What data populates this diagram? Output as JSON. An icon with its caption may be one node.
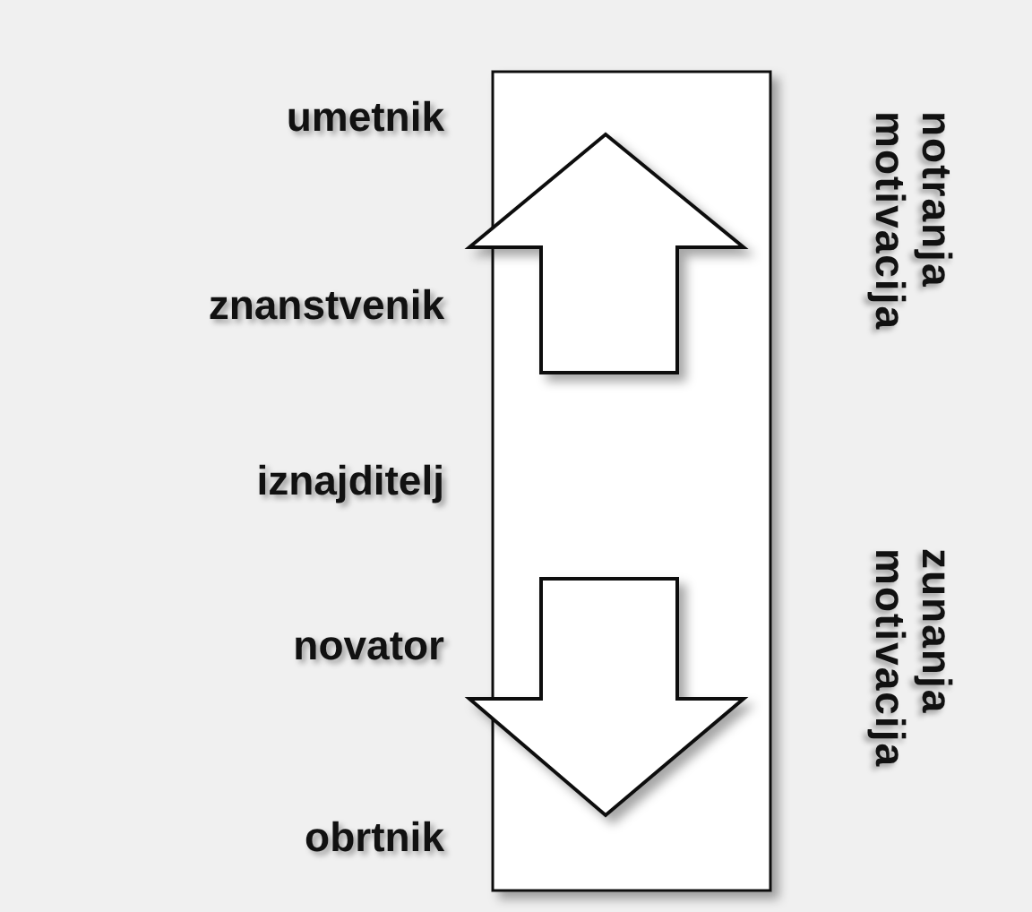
{
  "diagram": {
    "labels": [
      "umetnik",
      "znanstvenik",
      "iznajditelj",
      "novator",
      "obrtnik",
      "notranja motivacija",
      "zunanja motivacija"
    ]
  }
}
